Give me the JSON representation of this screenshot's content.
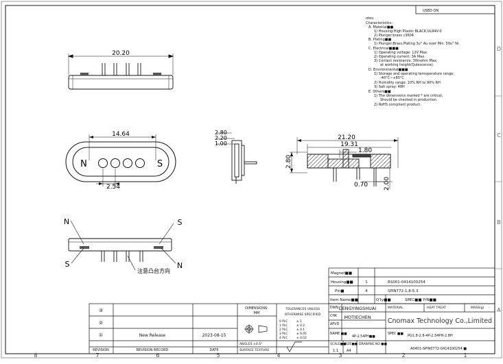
{
  "header": {
    "used_on": "USED ON"
  },
  "notes": {
    "title": "otes:",
    "char_title": "Characteristics:",
    "lines": [
      "A. Material■■",
      "1) Housing:High Plastic BLACK;UL94V-0",
      "2) Plunger:brass c3604",
      "B. Plating■■",
      "1) Plunger:Brass,Plating 3u\" Au over Min. 50u\" Ni.",
      "C. Electrical■■■",
      "1) Operating voltage: 12V Max.",
      "2) Operating current: 3A Max.",
      "3) Contact resistance: 30mohm Max.",
      "at working height(Quiescence).",
      "D. Environmental■■■",
      "1) Storage and operating temoperature range:",
      "-40°C~+85°C",
      "2) Humidity range: 10% RH to 90% RH",
      "3) Salt spray: 48H",
      "E. Others■■",
      "1) The dimensions marked * are critical,",
      "Should be checked in production",
      "2) RoHS compliant product."
    ]
  },
  "dims": {
    "top_width": "20.20",
    "front_pitch_total": "14.64",
    "pitch": "2.54",
    "side_2_80": "2.80",
    "side_2_20": "2.20",
    "side_1_00": "1.00",
    "section_21_20": "21.20",
    "section_19_31": "19.31",
    "section_1_80": "1.80",
    "section_2_80": "2.80",
    "section_0_70": "0.70",
    "section_2_00": "2.00"
  },
  "front_labels": {
    "left": "N",
    "right": "S"
  },
  "bottom_view": {
    "label_n_top": "N",
    "label_s_top": "S",
    "label_s_bottom": "S",
    "label_n_bottom": "N",
    "boss_note": "注意凸台方向"
  },
  "border": {
    "right_letters": [
      "D",
      "C",
      "B",
      "A"
    ],
    "bottom_numbers": [
      "8",
      "7",
      "6",
      "5",
      "4",
      "3",
      "2",
      "1"
    ]
  },
  "bom": {
    "rows": [
      {
        "name": "Magnet■■",
        "qty": "",
        "part": ""
      },
      {
        "name": "Housing■■",
        "qty": "1",
        "part": "RS001-0414100254"
      },
      {
        "name": "Pin■",
        "qty": "4",
        "part": "SPIN772-1.8-5.3"
      }
    ],
    "header": {
      "name": "Item Name■■",
      "qty": "Q'ty■■",
      "part": "SPEC■■ P/N■■"
    }
  },
  "title_block": {
    "rev_marks": [
      "③",
      "②",
      "①"
    ],
    "new_release": "New Release",
    "release_date": "2023-08-15",
    "col_revision": "REVISION",
    "col_record": "REVISION RECORD",
    "col_date": "DATE",
    "dimensions_label": "DIMENSIONS:",
    "dimensions_unit": "MM",
    "tolerances_title": "TOLERANCES UNLESS",
    "tolerances_sub": "OTHERWISE SPECIFIED",
    "tolerances": [
      {
        "plc": "0 PLC",
        "val": "± 1"
      },
      {
        "plc": "1 PLC",
        "val": "± 0.2"
      },
      {
        "plc": "2 PLC",
        "val": "± 0.1"
      },
      {
        "plc": "3 PLC",
        "val": "± 0.05"
      },
      {
        "plc": "4 PLC",
        "val": "± 0.02"
      }
    ],
    "angles": "ANGLES  ±0.5°",
    "surface": "SURFACE TEXTURE",
    "dwn_label": "DWN",
    "dwn_name": "DENGYINGSHUAI",
    "chk_label": "CHK",
    "chk_name": "MOTIECHEN",
    "apvd_label": "APVD",
    "name_label": "NAME ■■",
    "name_value": "4P-2.54PH■■",
    "spec_label": "SPEC ■■",
    "spec_value": "PG1.8-2.8-4P-2.54PH-2.8H",
    "material_label": "MATERIAL",
    "heat_treat_label": "HEAT TREAT",
    "mass_label": "MASS(g)",
    "mass_value": "-",
    "company": "Cnomax Technology Co.,Limited",
    "scale_label": "SCALE■■",
    "scale_value": "1:1",
    "size_label": "SIZE■■",
    "size_value": "A4",
    "drawing_no_label": "DRAWING NO ■■",
    "drawing_no_value": "A0401-SPIN0772-0414100254 ■"
  }
}
